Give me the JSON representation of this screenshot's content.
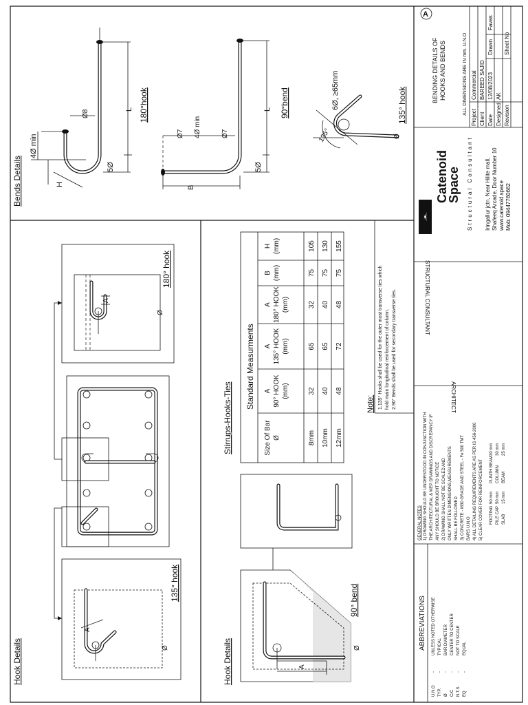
{
  "sections": {
    "bends_details": "Bends Details",
    "hook_details_top": "Hook Details",
    "hook_details_bottom": "Hook Details",
    "stirrups_title": "Stirrups-Hooks-Ties",
    "abbreviations_title": "ABBREVIATIONS",
    "structural_consultant": "STRUCTURAL CONSULTANT",
    "architect": "ARCHITECT"
  },
  "bend_labels": {
    "hook180": "180°hook",
    "bend90": "90°bend",
    "hook135": "135° hook",
    "hook135_top": "135° hook",
    "hook180_top": "180° hook",
    "bend90_bottom": "90° bend",
    "d8": "Ø8",
    "d7": "Ø7",
    "d7_2": "Ø7",
    "L": "L",
    "L2": "L",
    "B": "B",
    "H": "H",
    "five_d": "5Ø",
    "five_d_2": "5Ø",
    "four_d_min": "4Ø min",
    "four_d_min_2": "4Ø min",
    "six_d": "6Ø, ≥65mm",
    "angle135": "135°",
    "phi": "Ø",
    "phi2": "Ø",
    "phi3": "Ø",
    "phi4": "Ø",
    "A1": "A",
    "A2": "A",
    "A3": "A"
  },
  "table": {
    "title": "Standard Measurments",
    "headers": [
      [
        "Size Of Bar",
        "Ø"
      ],
      [
        "A",
        "90° HOOK",
        "(mm)"
      ],
      [
        "A",
        "135° HOOK",
        "(mm)"
      ],
      [
        "A",
        "180° HOOK",
        "(mm)"
      ],
      [
        "B",
        "(mm)"
      ],
      [
        "H",
        "(mm)"
      ]
    ],
    "rows": [
      [
        "8mm",
        "32",
        "65",
        "32",
        "75",
        "105"
      ],
      [
        "10mm",
        "40",
        "65",
        "40",
        "75",
        "130"
      ],
      [
        "12mm",
        "48",
        "72",
        "48",
        "75",
        "155"
      ]
    ]
  },
  "note": {
    "label": "Note:",
    "lines": [
      "1.135° Hooks shall be used for the outer most transverse ties which",
      "hold main longitudinal reinforcement of column.",
      "2.90° Bends shall be used for secondary transverse ties."
    ]
  },
  "general_notes": {
    "title": "GENERAL NOTES",
    "lines": [
      "1) DRAWING SHOULD BE UNDERSTOOD IN CONJUNCTION WITH",
      "THE ARCHITECTURAL & MEP DRAWINGS AND DISCREPANCY IF",
      "ANY SHOULD BE BROUGHT TO NOTICE",
      "2) DRAWING SHALL NOT BE SCALED AND",
      "ONLY WRITTEN DIMENSIONS,MEASUREMENTS",
      "SHALL BE FOLLOWED",
      "3) CONCRETE - M30 GRADE AND STEEL - Fe 500 TMT",
      "BARS U.N.O",
      "4) ALL DETAILING REQUIREMENTS ARE AS PER IS 456-2000",
      "5) CLEAR COVER FOR REINFORCEMENT"
    ],
    "cover": [
      [
        "FOOTING",
        "50 mm",
        "PLINTH BEAM",
        "30 mm"
      ],
      [
        "PILE CAP",
        "50 mm",
        "COLUMN",
        "30 mm"
      ],
      [
        "SLAB",
        "15 mm",
        "BEAM",
        "25 mm"
      ]
    ]
  },
  "abbreviations": [
    [
      "U.N.O",
      "-",
      "UNLESS NOTED OTHERWISE"
    ],
    [
      "TYP.",
      "-",
      "TYPICAL"
    ],
    [
      "Ø",
      "-",
      "BAR DIAMETER"
    ],
    [
      "C/C",
      "-",
      "CENTER TO CENTER"
    ],
    [
      "N.T.S",
      "-",
      "NOT TO SCALE"
    ],
    [
      "EQ",
      "-",
      "EQUAL"
    ]
  ],
  "company": {
    "name_line1": "Catenoid",
    "name_line2": "Space",
    "tagline": "Structural Consultant",
    "address": [
      "Iringallur jctn, Near Hilite mall,",
      "Shafeeq Arcade, Door Number 10",
      "www.catenoid.space",
      "Mob: 09447760662"
    ]
  },
  "title_block": {
    "sheet_letter": "A",
    "title": [
      "BENDING DETAILS OF",
      "HOOKS AND BENDS"
    ],
    "dims_note": "ALL DIMENSIONS ARE IN mm. U.N.O",
    "fields": [
      [
        "Project",
        "Commercial"
      ],
      [
        "Client",
        "BAREED SAJID"
      ],
      [
        "Date",
        "12/08/2023"
      ],
      [
        "Designed",
        "AK"
      ],
      [
        "Revision",
        ""
      ]
    ],
    "drawn_label": "Drawn",
    "drawn_value": "Favas",
    "sheet_no_label": "Sheet No",
    "sheet_no_value": ""
  }
}
